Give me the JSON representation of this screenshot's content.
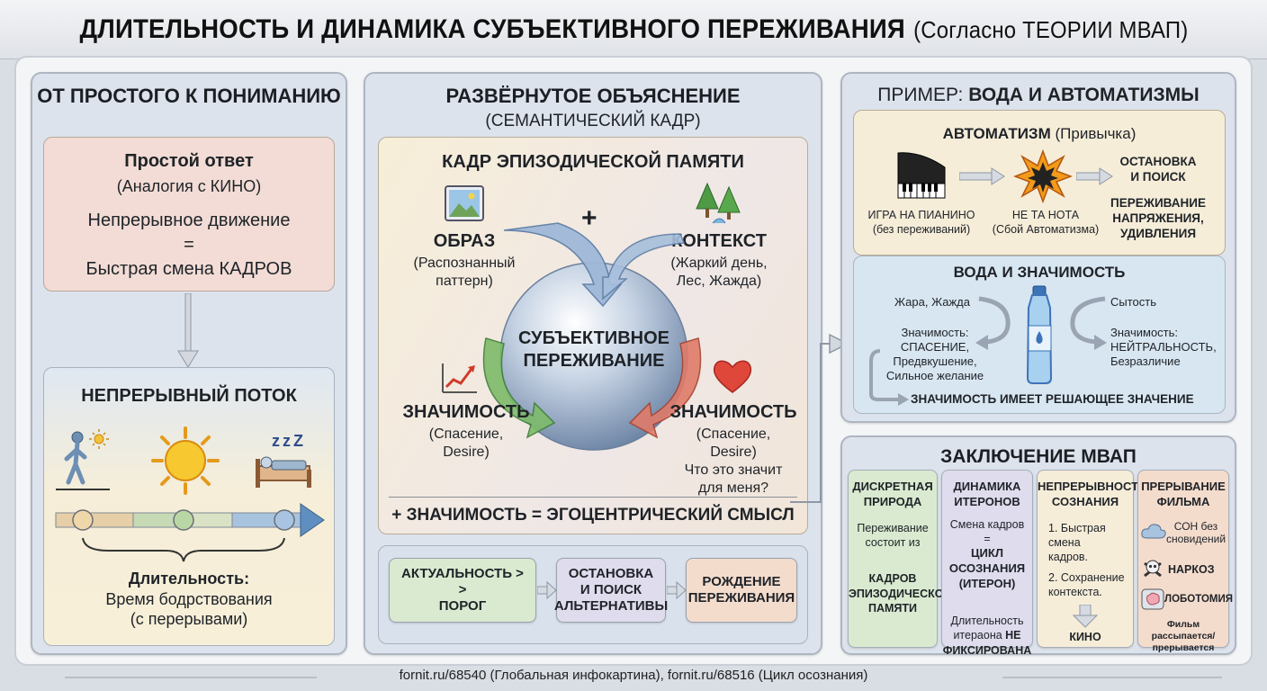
{
  "title": {
    "main": "ДЛИТЕЛЬНОСТЬ И ДИНАМИКА СУБЪЕКТИВНОГО ПЕРЕЖИВАНИЯ",
    "sub": "(Согласно ТЕОРИИ МВАП)"
  },
  "left": {
    "header": "ОТ ПРОСТОГО К ПОНИМАНИЮ",
    "simple": {
      "title": "Простой ответ",
      "subtitle": "(Аналогия с КИНО)",
      "line1": "Непрерывное движение",
      "eq": "=",
      "line2": "Быстрая смена КАДРОВ"
    },
    "flow": {
      "title": "НЕПРЕРЫВНЫЙ ПОТОК",
      "zzz": "z z Z",
      "duration_title": "Длительность:",
      "duration_line1": "Время бодрствования",
      "duration_line2": "(с перерывами)"
    }
  },
  "middle": {
    "header": "РАЗВЁРНУТОЕ ОБЪЯСНЕНИЕ",
    "subheader": "(СЕМАНТИЧЕСКИЙ КАДР)",
    "frame_title": "КАДР ЭПИЗОДИЧЕСКОЙ ПАМЯТИ",
    "plus": "+",
    "obraz": {
      "title": "ОБРАЗ",
      "l1": "(Распознанный",
      "l2": "паттерн)"
    },
    "context": {
      "title": "КОНТЕКСТ",
      "l1": "(Жаркий день,",
      "l2": "Лес, Жажда)"
    },
    "center": {
      "l1": "СУБЪЕКТИВНОЕ",
      "l2": "ПЕРЕЖИВАНИЕ"
    },
    "sig_left": {
      "title": "ЗНАЧИМОСТЬ",
      "l1": "(Спасение,",
      "l2": "Desire)"
    },
    "sig_right": {
      "title": "ЗНАЧИМОСТЬ",
      "l1": "(Спасение,",
      "l2": "Desire)",
      "l3": "Что это значит",
      "l4": "для меня?"
    },
    "formula": "+ ЗНАЧИМОСТЬ = ЭГОЦЕНТРИЧЕСКИЙ СМЫСЛ",
    "chain": {
      "a": "АКТУАЛЬНОСТЬ >\n>\nПОРОГ",
      "b": "ОСТАНОВКА\nИ ПОИСК\nАЛЬТЕРНАТИВЫ",
      "c": "РОЖДЕНИЕ\nПЕРЕЖИВАНИЯ"
    }
  },
  "right": {
    "header_normal": "ПРИМЕР: ",
    "header_bold": "ВОДА И АВТОМАТИЗМЫ",
    "auto": {
      "title": "АВТОМАТИЗМ",
      "title_sub": "(Привычка)",
      "piano_l1": "ИГРА НА ПИАНИНО",
      "piano_l2": "(без переживаний)",
      "wrong_l1": "НЕ ТА НОТА",
      "wrong_l2": "(Сбой Автоматизма)",
      "stop_l1": "ОСТАНОВКА",
      "stop_l2": "И ПОИСК",
      "exp_l1": "ПЕРЕЖИВАНИЕ",
      "exp_l2": "НАПРЯЖЕНИЯ,",
      "exp_l3": "УДИВЛЕНИЯ"
    },
    "water": {
      "title": "ВОДА И ЗНАЧИМОСТЬ",
      "heat": "Жара, Жажда",
      "sat": "Сытость",
      "left_l1": "Значимость:",
      "left_l2": "СПАСЕНИЕ,",
      "left_l3": "Предвкушение,",
      "left_l4": "Сильное желание",
      "right_l1": "Значимость:",
      "right_l2": "НЕЙТРАЛЬНОСТЬ,",
      "right_l3": "Безразличие",
      "bottom": "ЗНАЧИМОСТЬ ИМЕЕТ РЕШАЮЩЕЕ ЗНАЧЕНИЕ"
    },
    "conclusion": {
      "header": "ЗАКЛЮЧЕНИЕ МВАП",
      "c1": {
        "h": "ДИСКРЕТНАЯ\nПРИРОДА",
        "t1": "Переживание\nсостоит из",
        "t2": "КАДРОВ\nЭПИЗОДИЧЕСКОЙ\nПАМЯТИ"
      },
      "c2": {
        "h": "ДИНАМИКА\nИТЕРОНОВ",
        "t1": "Смена кадров\n=",
        "t2": "ЦИКЛ\nОСОЗНАНИЯ\n(ИТЕРОН)",
        "t3": "Длительность\nитераона ",
        "t3b": "НЕ\nФИКСИРОВАНА"
      },
      "c3": {
        "h": "НЕПРЕРЫВНОСТЬ\nСОЗНАНИЯ",
        "t1": "1. Быстрая смена\nкадров.",
        "t2": "2. Сохранение\nконтекста.",
        "t3": "КИНО"
      },
      "c4": {
        "h": "ПРЕРЫВАНИЕ\nФИЛЬМА",
        "i1": "СОН без\nсновидений",
        "i2": "НАРКОЗ",
        "i3": "ЛОБОТОМИЯ",
        "t4": "Фильм рассыпается/\nпрерывается"
      }
    }
  },
  "footer": "fornit.ru/68540 (Глобальная инфокартина), fornit.ru/68516 (Цикл осознания)",
  "colors": {
    "panel": "#dde3ec",
    "card_pink": "#f2dcd5",
    "card_cream": "#f6edd9",
    "green": "#d9ead0",
    "lavender": "#dedced",
    "peach": "#f4dccd",
    "blue_light": "#d8e6f1"
  }
}
